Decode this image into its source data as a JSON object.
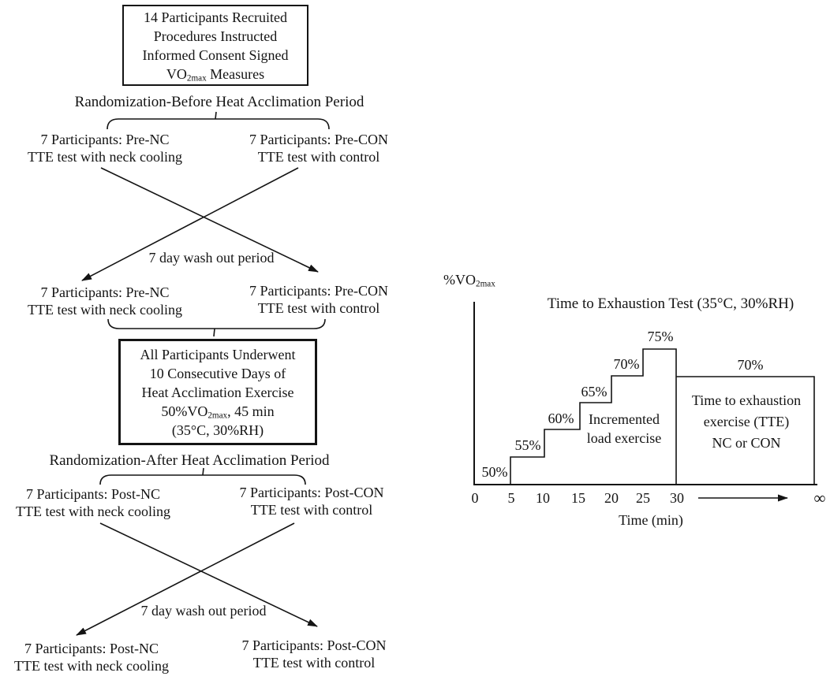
{
  "colors": {
    "ink": "#141414",
    "background": "#ffffff"
  },
  "flowchart": {
    "top_box": {
      "lines": [
        "14 Participants Recruited",
        "Procedures Instructed",
        "Informed Consent Signed"
      ],
      "vo2_pre": "VO",
      "vo2_sub": "2max",
      "vo2_post": " Measures"
    },
    "randomization_before": "Randomization-Before Heat Acclimation Period",
    "branches": {
      "pre_nc_1": {
        "l1": "7 Participants: Pre-NC",
        "l2": "TTE test with neck cooling"
      },
      "pre_con_1": {
        "l1": "7 Participants: Pre-CON",
        "l2": "TTE test with control"
      },
      "pre_nc_2": {
        "l1": "7 Participants: Pre-NC",
        "l2": "TTE test with neck cooling"
      },
      "pre_con_2": {
        "l1": "7 Participants: Pre-CON",
        "l2": "TTE test with control"
      },
      "post_nc_1": {
        "l1": "7 Participants: Post-NC",
        "l2": "TTE test with neck cooling"
      },
      "post_con_1": {
        "l1": "7 Participants: Post-CON",
        "l2": "TTE test with control"
      },
      "post_nc_2": {
        "l1": "7 Participants: Post-NC",
        "l2": "TTE test with neck cooling"
      },
      "post_con_2": {
        "l1": "7 Participants: Post-CON",
        "l2": "TTE test with control"
      }
    },
    "washout_1": "7 day wash out period",
    "washout_2": "7 day wash out period",
    "acclimation_box": {
      "lines": [
        "All Participants Underwent",
        "10 Consecutive Days of",
        "Heat Acclimation Exercise"
      ],
      "line4_pre": "50%VO",
      "line4_sub": "2max",
      "line4_post": ", 45 min",
      "line5": "(35°C, 30%RH)"
    },
    "randomization_after": "Randomization-After Heat Acclimation Period"
  },
  "chart": {
    "ylabel_pre": "%VO",
    "ylabel_sub": "2max",
    "title": "Time to Exhaustion Test (35°C, 30%RH)",
    "step_labels": [
      "50%",
      "55%",
      "60%",
      "65%",
      "70%",
      "75%"
    ],
    "tte_top_label": "70%",
    "incremented_l1": "Incremented",
    "incremented_l2": "load exercise",
    "tte_l1": "Time to exhaustion",
    "tte_l2": "exercise (TTE)",
    "tte_l3": "NC or CON",
    "x_ticks": [
      "0",
      "5",
      "10",
      "15",
      "20",
      "25",
      "30"
    ],
    "infinity": "∞",
    "xlabel": "Time (min)"
  },
  "chart_data": {
    "type": "line",
    "subtype": "step",
    "title": "Time to Exhaustion Test (35°C, 30%RH)",
    "xlabel": "Time (min)",
    "ylabel": "%VO2max",
    "x_tick_labels": [
      "0",
      "5",
      "10",
      "15",
      "20",
      "25",
      "30",
      "∞"
    ],
    "grid": false,
    "steps": [
      {
        "t_start": 0,
        "t_end": 5,
        "intensity_pct": 50
      },
      {
        "t_start": 5,
        "t_end": 10,
        "intensity_pct": 55
      },
      {
        "t_start": 10,
        "t_end": 15,
        "intensity_pct": 60
      },
      {
        "t_start": 15,
        "t_end": 20,
        "intensity_pct": 65
      },
      {
        "t_start": 20,
        "t_end": 25,
        "intensity_pct": 70
      },
      {
        "t_start": 25,
        "t_end": 30,
        "intensity_pct": 75
      },
      {
        "t_start": 30,
        "t_end": "∞",
        "intensity_pct": 70,
        "label": "Time to exhaustion exercise (TTE) NC or CON"
      }
    ],
    "annotations": [
      "Incremented load exercise",
      "Time to exhaustion exercise (TTE) NC or CON"
    ]
  }
}
